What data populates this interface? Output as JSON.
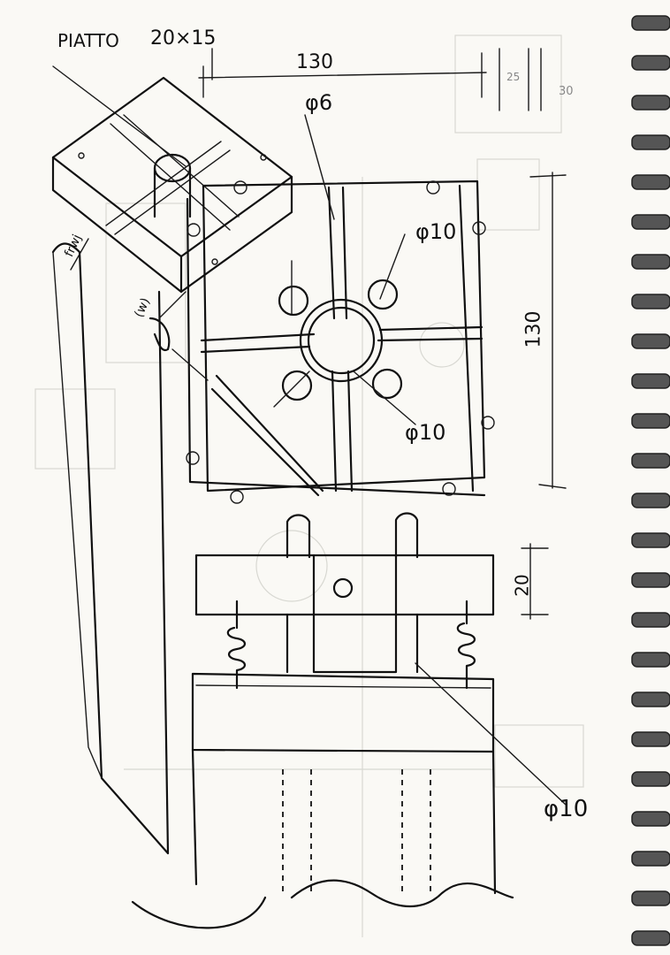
{
  "title": "PIATTO",
  "title_size": "20×15",
  "dimensions": {
    "top_width": "130",
    "right_height": "130",
    "thickness": "20",
    "inset_25": "25",
    "inset_30": "30"
  },
  "diameters": {
    "bolt": "φ6",
    "holes_a": "φ10",
    "holes_b": "φ10",
    "rod": "φ10"
  },
  "side_note_a": "frwj",
  "side_note_b": "(w)",
  "colors": {
    "ink": "#111111",
    "paper": "#faf9f5",
    "ghost": "#d8d8d2",
    "spiral": "#555555"
  }
}
